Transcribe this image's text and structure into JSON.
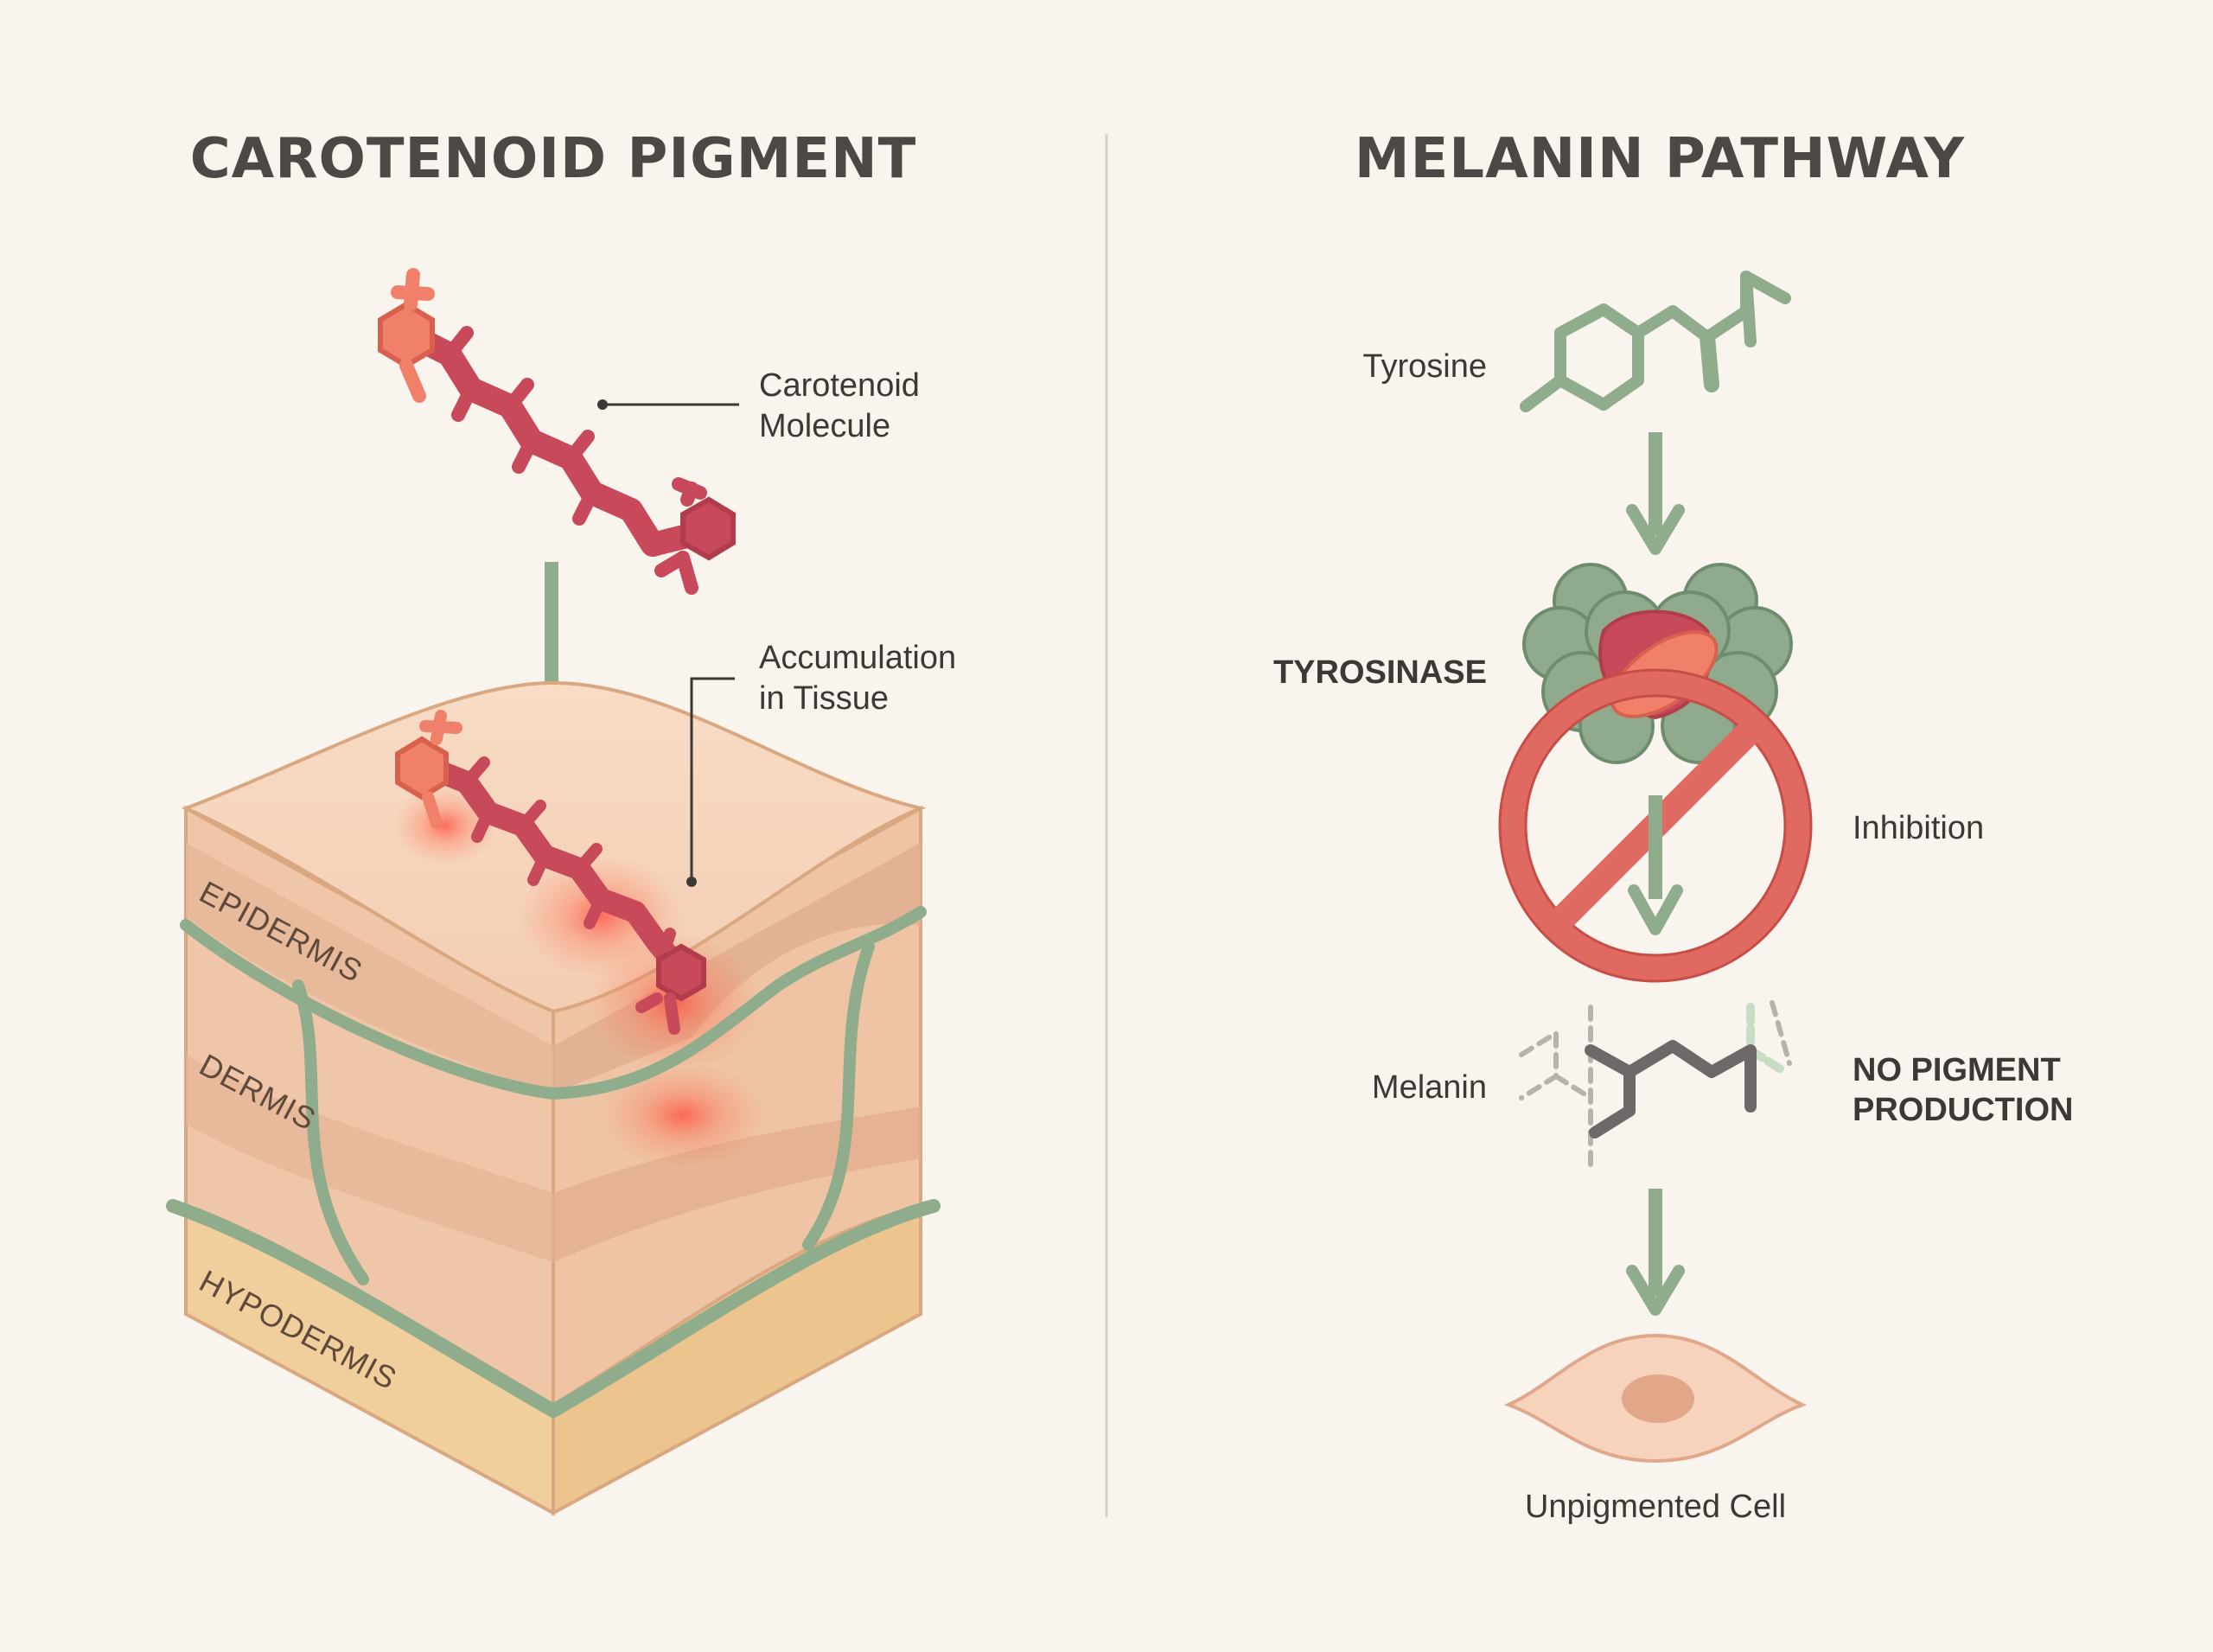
{
  "panels": {
    "left": {
      "title": "CAROTENOID PIGMENT",
      "molecule_label_1": "Carotenoid",
      "molecule_label_2": "Molecule",
      "accumulation_label_1": "Accumulation",
      "accumulation_label_2": "in Tissue",
      "layers": {
        "epidermis": "EPIDERMIS",
        "dermis": "DERMIS",
        "hypodermis": "HYPODERMIS"
      }
    },
    "right": {
      "title": "MELANIN PATHWAY",
      "tyrosine": "Tyrosine",
      "tyrosinase": "TYROSINASE",
      "inhibition": "Inhibition",
      "melanin": "Melanin",
      "no_pigment_1": "NO PIGMENT",
      "no_pigment_2": "PRODUCTION",
      "cell": "Unpigmented Cell"
    }
  },
  "colors": {
    "background": "#f9f4ee",
    "green": "#8fad8c",
    "molecule_red": "#c84a5a",
    "molecule_head": "#f0806a",
    "inhibit_red": "#e06a62",
    "skin_light": "#f7d8c0",
    "skin_mid": "#efc2a4",
    "hypodermis": "#f1cf9c"
  }
}
